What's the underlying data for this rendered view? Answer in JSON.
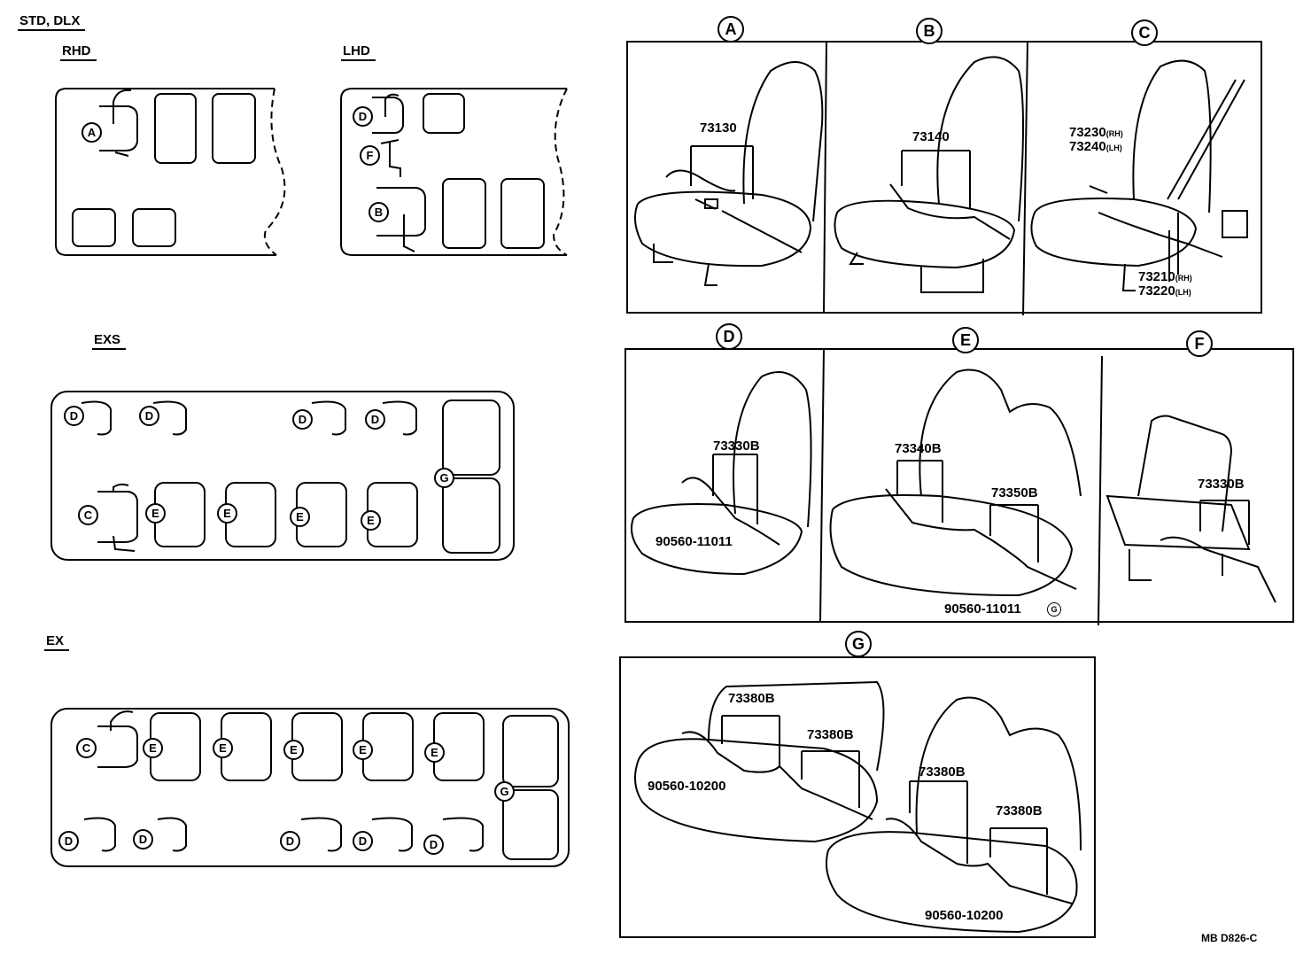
{
  "layouts": {
    "group_label": "STD, DLX",
    "rhd": "RHD",
    "lhd": "LHD",
    "exs": "EXS",
    "ex": "EX"
  },
  "callouts": {
    "A": "A",
    "B": "B",
    "C": "C",
    "D": "D",
    "E": "E",
    "F": "F",
    "G": "G"
  },
  "parts": {
    "a_part": "73130",
    "b_part": "73140",
    "c_part_rh": "73230",
    "c_part_lh": "73240",
    "c_part2_rh": "73210",
    "c_part2_lh": "73220",
    "rh": "(RH)",
    "lh": "(LH)",
    "d_part": "73330B",
    "d_bolt": "90560-11011",
    "e_part1": "73340B",
    "e_part2": "73350B",
    "e_bolt": "90560-11011",
    "f_part": "73330B",
    "g_part1": "73380B",
    "g_part2": "73380B",
    "g_part3": "73380B",
    "g_part4": "73380B",
    "g_bolt1": "90560-10200",
    "g_bolt2": "90560-10200"
  },
  "diagram_code": "MB D826-C"
}
